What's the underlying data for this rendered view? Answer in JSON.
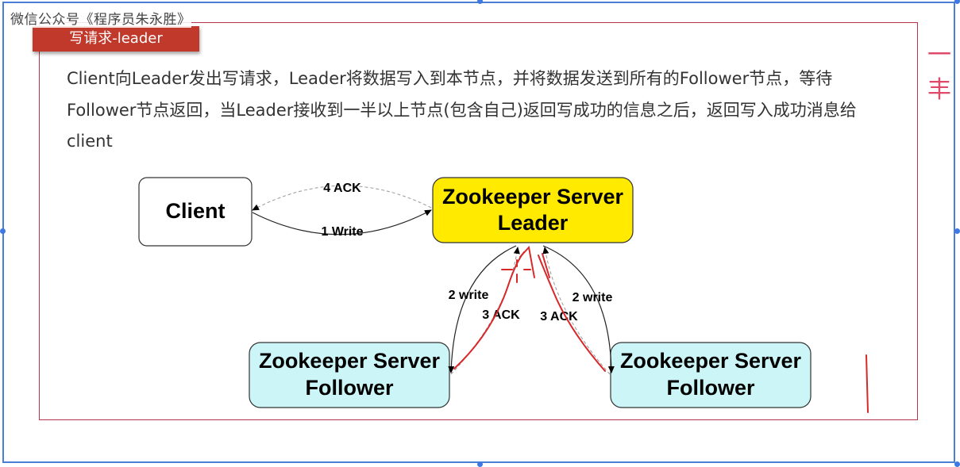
{
  "watermark": "微信公众号《程序员朱永胜》",
  "section_title": "写请求-leader",
  "description": "Client向Leader发出写请求，Leader将数据写入到本节点，并将数据发送到所有的Follower节点，等待Follower节点返回，当Leader接收到一半以上节点(包含自己)返回写成功的信息之后，返回写入成功消息给client",
  "diagram": {
    "nodes": {
      "client": {
        "label": "Client",
        "fill": "#ffffff"
      },
      "leader": {
        "line1": "Zookeeper Server",
        "line2": "Leader",
        "fill": "#ffea00"
      },
      "follower_left": {
        "line1": "Zookeeper Server",
        "line2": "Follower",
        "fill": "#ccf5f7"
      },
      "follower_right": {
        "line1": "Zookeeper Server",
        "line2": "Follower",
        "fill": "#ccf5f7"
      }
    },
    "edges": {
      "ack_to_client": "4 ACK",
      "write_to_leader": "1 Write",
      "write_to_left": "2 write",
      "ack_from_left": "3 ACK",
      "ack_from_right": "3 ACK",
      "write_to_right": "2 write"
    }
  },
  "annotation_color": "#d8282a",
  "edge_mark": "一丰"
}
